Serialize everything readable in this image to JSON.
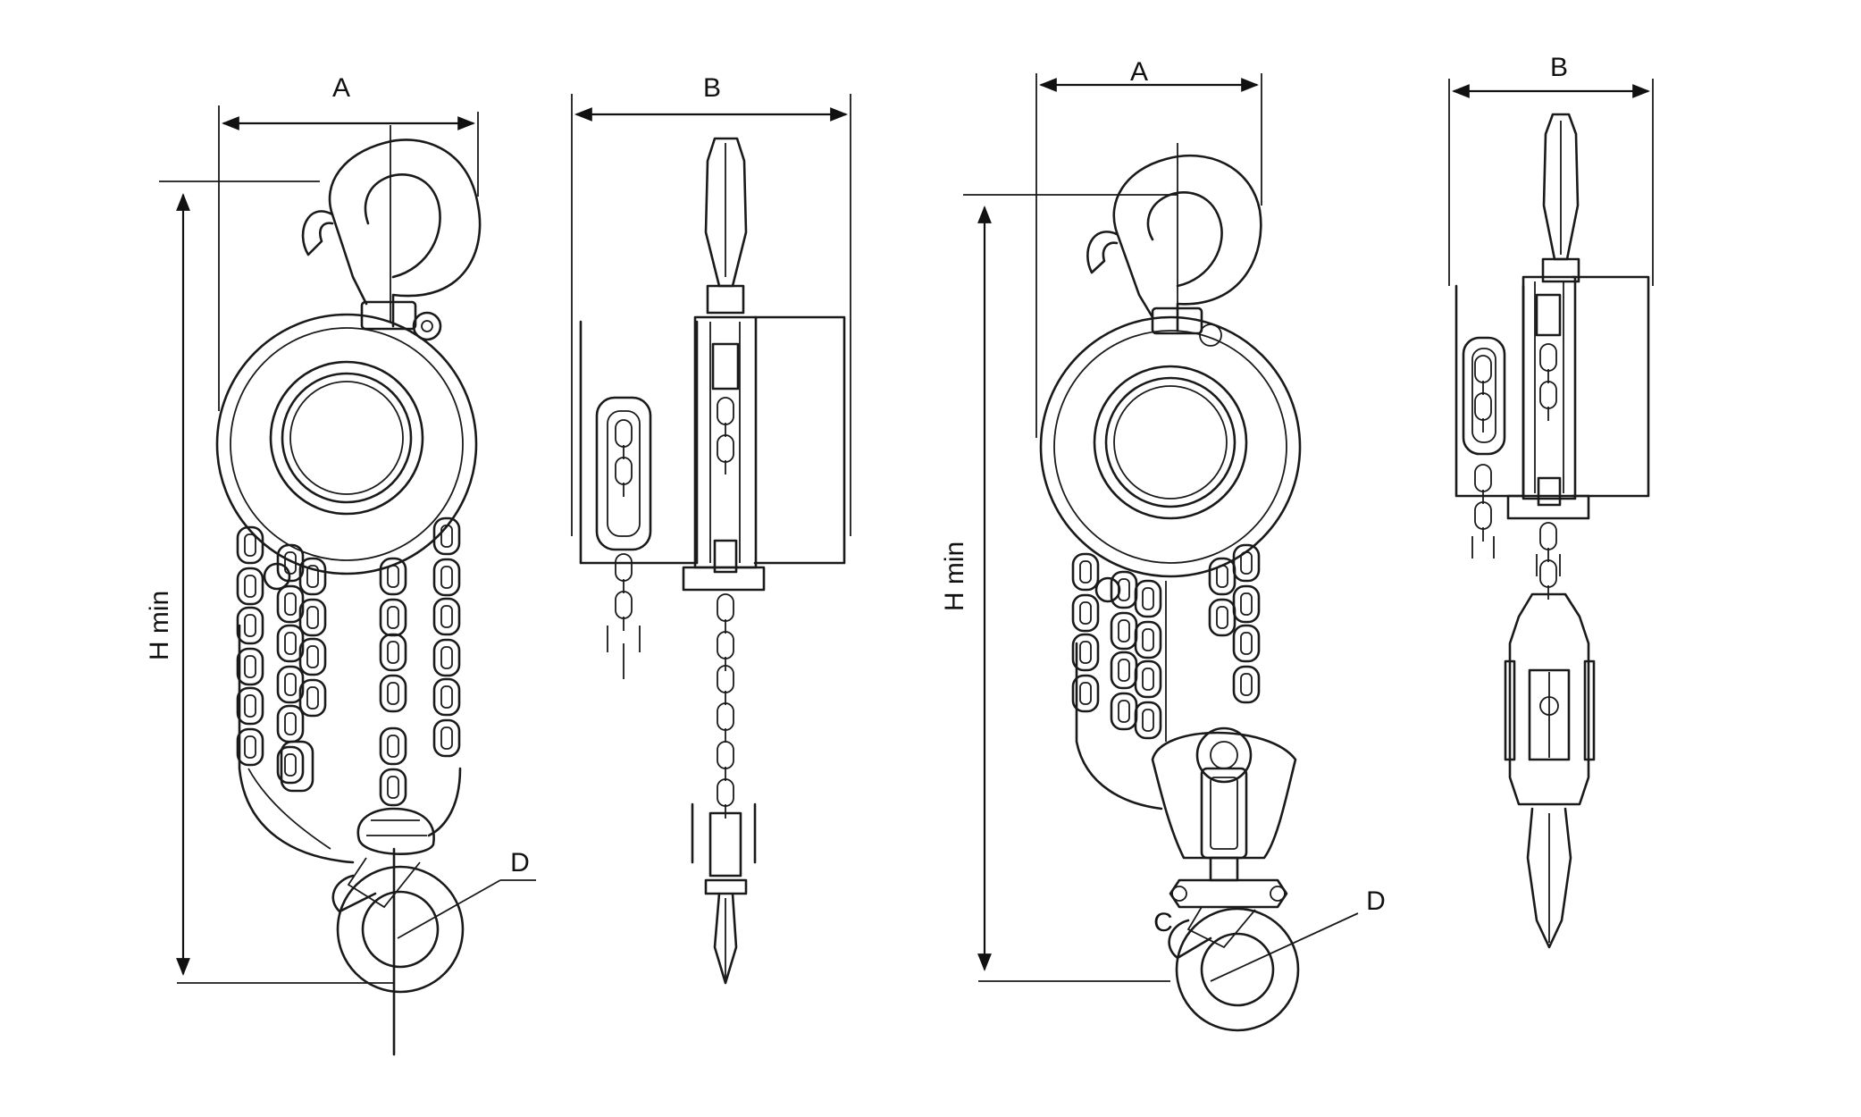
{
  "labels": {
    "left_width_a": "A",
    "left_width_b": "B",
    "left_height": "H min",
    "left_hook_d": "D",
    "right_width_a": "A",
    "right_width_b": "B",
    "right_height": "H min",
    "right_hook_c": "C",
    "right_hook_d": "D"
  },
  "colors": {
    "line": "#1a1a1a",
    "background": "#ffffff"
  }
}
